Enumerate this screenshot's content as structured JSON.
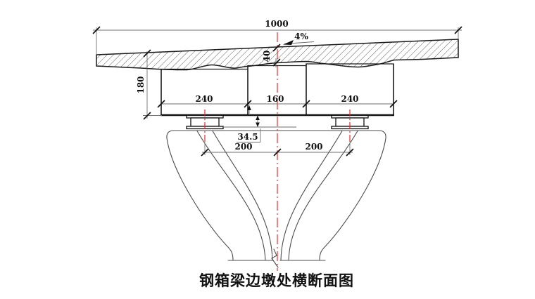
{
  "drawing": {
    "title": "钢箱梁边墩处横断面图",
    "dims": {
      "overall_width": "1000",
      "cross_slope": "4%",
      "deck_thickness": "40",
      "girder_height": "180",
      "box_widths": [
        "240",
        "160",
        "240"
      ],
      "bearing_height": "34.5",
      "bearing_spacing": [
        "200",
        "200"
      ]
    },
    "colors": {
      "line": "#1a1a1a",
      "pier_line": "#4d4d4d",
      "dim_line": "#6e6e6e",
      "centerline_red": "#f11616",
      "background": "#ffffff"
    }
  }
}
